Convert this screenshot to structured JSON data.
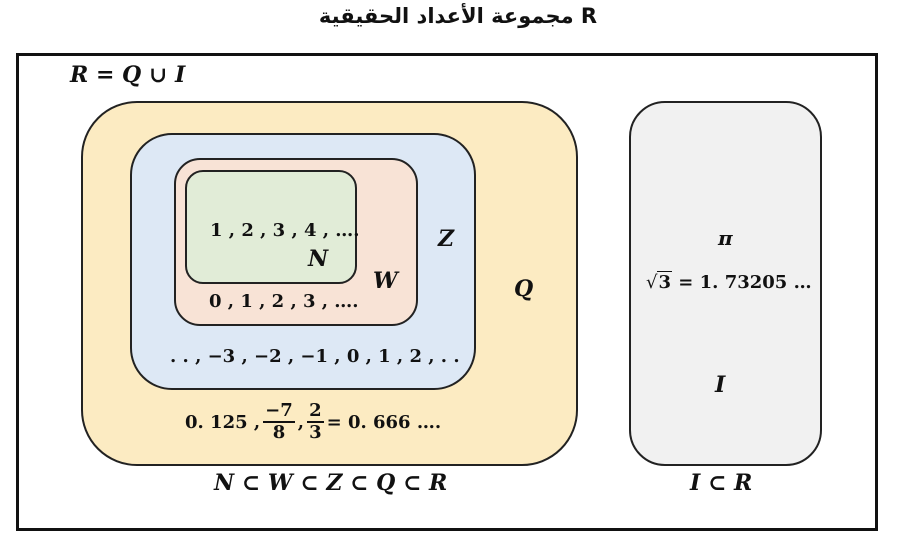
{
  "title": "مجموعة الأعداد الحقيقية R",
  "union_formula": "R = Q ∪ I",
  "sets": {
    "N": {
      "label": "N",
      "examples": "1 , 2 , 3 , 4 , …."
    },
    "W": {
      "label": "W",
      "examples": "0 , 1 , 2 , 3 , …."
    },
    "Z": {
      "label": "Z",
      "examples": ". . , −3 , −2  , −1 , 0 , 1 , 2 , . ."
    },
    "Q": {
      "label": "Q",
      "examples": {
        "decimal": "0. 125 ,",
        "frac1_num": "−7",
        "frac1_den": "8",
        "sep": ",",
        "frac2_num": "2",
        "frac2_den": "3",
        "repeating": "= 0. 666 …."
      }
    },
    "I": {
      "label": "I",
      "pi": "π",
      "sqrt_symbol": "√",
      "sqrt_arg": "3",
      "sqrt_value": "= 1. 73205 …"
    }
  },
  "subset_chain": "N ⊂ W ⊂ Z ⊂ Q ⊂ R",
  "irrational_subset": "I ⊂ R"
}
